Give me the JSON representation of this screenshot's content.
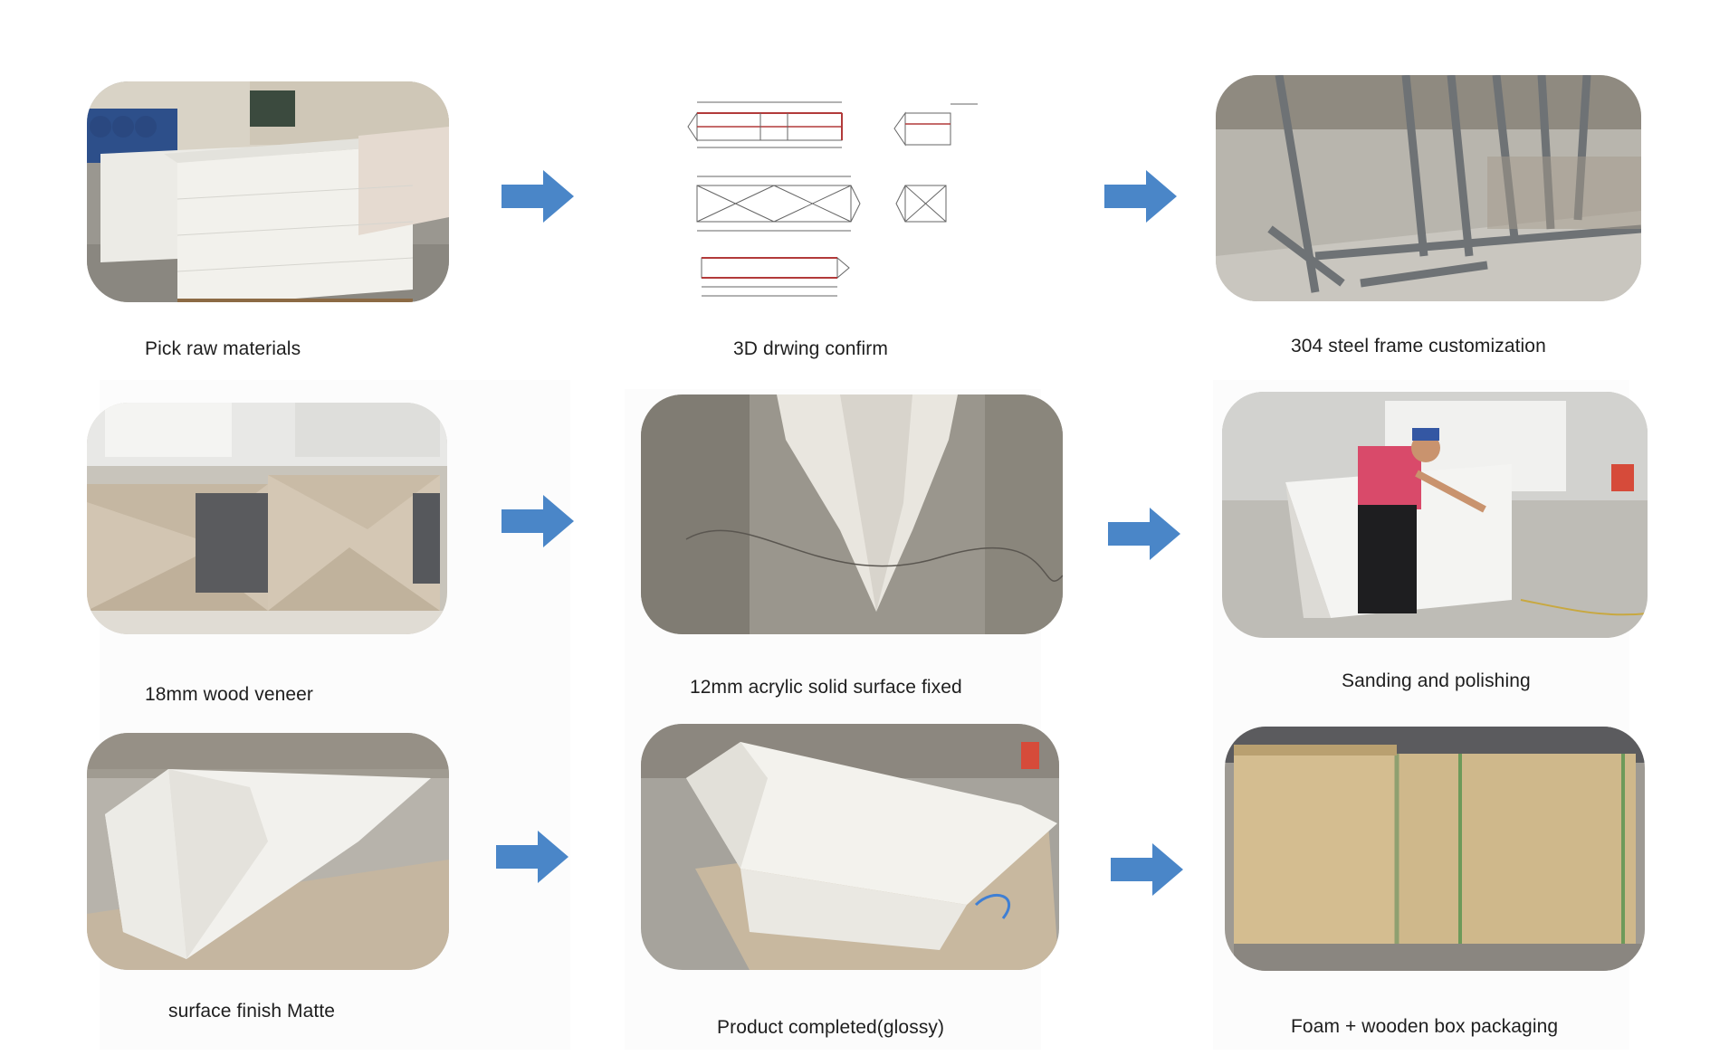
{
  "steps": [
    {
      "caption": "Pick raw materials"
    },
    {
      "caption": "3D drwing confirm"
    },
    {
      "caption": "304 steel frame customization"
    },
    {
      "caption": "18mm wood veneer"
    },
    {
      "caption": "12mm acrylic solid surface fixed"
    },
    {
      "caption": "Sanding and polishing"
    },
    {
      "caption": "surface finish Matte"
    },
    {
      "caption": "Product completed(glossy)"
    },
    {
      "caption": "Foam + wooden box packaging"
    }
  ],
  "arrow_color": "#4a86c8"
}
